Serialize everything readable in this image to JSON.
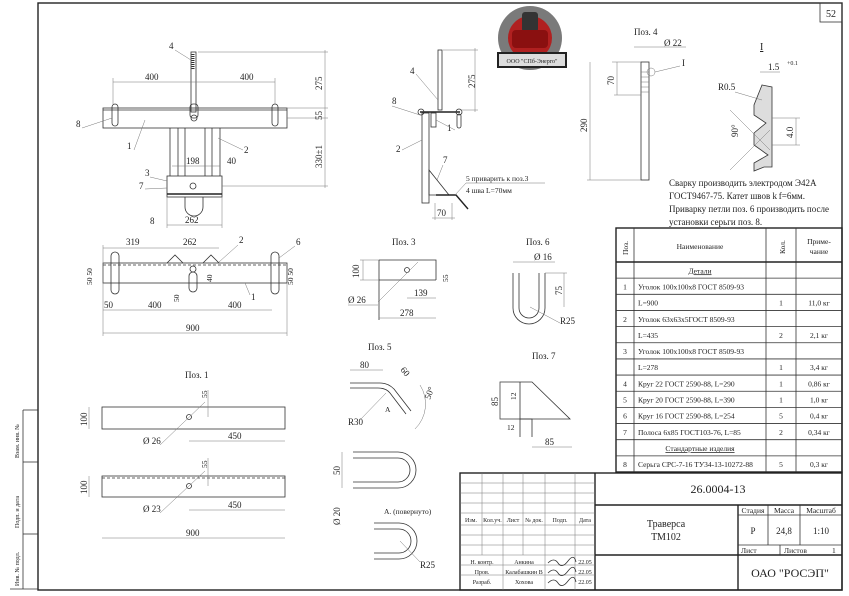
{
  "sheet_number": "52",
  "logo": {
    "company": "ООО \"СПб-Энерго\"",
    "colors": {
      "gear": "#7a7a7a",
      "figure": "#b02020"
    }
  },
  "side_strip": [
    "Взам. инв. №",
    "Подп. и дата",
    "Инв. № подл."
  ],
  "front_view": {
    "callouts": [
      "4",
      "8",
      "1",
      "2",
      "3",
      "7",
      "8"
    ],
    "dims": [
      "400",
      "400",
      "275",
      "55",
      "330±1",
      "198",
      "40",
      "262"
    ]
  },
  "side_view": {
    "callouts": [
      "4",
      "8",
      "1",
      "2",
      "7"
    ],
    "dims": [
      "275",
      "70"
    ],
    "weld_note": [
      "5 приварить к поз.3",
      "4 шва L=70мм"
    ]
  },
  "plan_view": {
    "callouts": [
      "2",
      "6",
      "1"
    ],
    "dims": [
      "319",
      "262",
      "50 50",
      "40",
      "50",
      "50",
      "400",
      "400",
      "900",
      "50 50"
    ]
  },
  "pos4": {
    "title": "Поз. 4",
    "dims": [
      "Ø 22",
      "70",
      "290"
    ],
    "detail_ref": "I"
  },
  "detail_I": {
    "title": "I",
    "dims": [
      "1.5",
      "+0.1",
      "R0.5",
      "90°",
      "4.0"
    ]
  },
  "notes": [
    "Сварку производить электродом Э42А",
    "ГОСТ9467-75. Катет швов k f=6мм.",
    "Приварку петли поз. 6 производить после",
    "установки серьги поз. 8."
  ],
  "pos3": {
    "title": "Поз. 3",
    "dims": [
      "100",
      "55",
      "Ø 26",
      "139",
      "278"
    ]
  },
  "pos6": {
    "title": "Поз. 6",
    "dims": [
      "Ø 16",
      "75",
      "R25"
    ]
  },
  "pos5": {
    "title": "Поз. 5",
    "dims": [
      "80",
      "60",
      "R30",
      "A",
      "50°",
      "50",
      "Ø 20"
    ],
    "view_a": "А. (повернуто)",
    "view_a_dims": [
      "R25"
    ]
  },
  "pos7": {
    "title": "Поз. 7",
    "dims": [
      "85",
      "12",
      "12",
      "85"
    ]
  },
  "pos1": {
    "title": "Поз. 1",
    "dims": [
      "55",
      "100",
      "Ø 26",
      "450",
      "55",
      "100",
      "Ø 23",
      "450",
      "900"
    ]
  },
  "spec_table": {
    "headers": [
      "Поз.",
      "Наименование",
      "Кол.",
      "Приме-",
      "чание"
    ],
    "rows": [
      {
        "pos": "",
        "name": "Детали",
        "qty": "",
        "note": "",
        "section": true
      },
      {
        "pos": "1",
        "name": "Уголок 100х100х8 ГОСТ 8509-93",
        "qty": "",
        "note": ""
      },
      {
        "pos": "",
        "name": "L=900",
        "qty": "1",
        "note": "11,0 кг"
      },
      {
        "pos": "2",
        "name": "Уголок 63х63х5ГОСТ 8509-93",
        "qty": "",
        "note": ""
      },
      {
        "pos": "",
        "name": "L=435",
        "qty": "2",
        "note": "2,1 кг"
      },
      {
        "pos": "3",
        "name": "Уголок 100х100х8 ГОСТ 8509-93",
        "qty": "",
        "note": ""
      },
      {
        "pos": "",
        "name": "L=278",
        "qty": "1",
        "note": "3,4 кг"
      },
      {
        "pos": "4",
        "name": "Круг 22 ГОСТ 2590-88, L=290",
        "qty": "1",
        "note": "0,86 кг"
      },
      {
        "pos": "5",
        "name": "Круг 20 ГОСТ 2590-88, L=390",
        "qty": "1",
        "note": "1,0 кг"
      },
      {
        "pos": "6",
        "name": "Круг 16 ГОСТ 2590-88, L=254",
        "qty": "5",
        "note": "0,4 кг"
      },
      {
        "pos": "7",
        "name": "Полоса 6х85 ГОСТ103-76, L=85",
        "qty": "2",
        "note": "0,34 кг"
      },
      {
        "pos": "",
        "name": "Стандартные изделия",
        "qty": "",
        "note": "",
        "section": true
      },
      {
        "pos": "8",
        "name": "Серьга СРС-7-16 ТУ34-13-10272-88",
        "qty": "5",
        "note": "0,3 кг"
      }
    ]
  },
  "title_block": {
    "doc_number": "26.0004-13",
    "name": [
      "Траверса",
      "ТМ102"
    ],
    "col_headers": [
      "Изм.",
      "Кол.уч.",
      "Лист",
      "№ док.",
      "Подп.",
      "Дата"
    ],
    "stage_label": "Стадия",
    "mass_label": "Масса",
    "scale_label": "Масштаб",
    "stage": "Р",
    "mass": "24,8",
    "scale": "1:10",
    "sheet_label": "Лист",
    "sheets_label": "Листов",
    "sheets": "1",
    "organization": "ОАО \"РОСЭП\"",
    "signatures": [
      {
        "role": "Н. контр.",
        "name": "Анкина",
        "date": "22.05"
      },
      {
        "role": "Пров.",
        "name": "Калабашкин В",
        "date": "22.05"
      },
      {
        "role": "Разраб.",
        "name": "Хохова",
        "date": "22.05"
      }
    ]
  }
}
